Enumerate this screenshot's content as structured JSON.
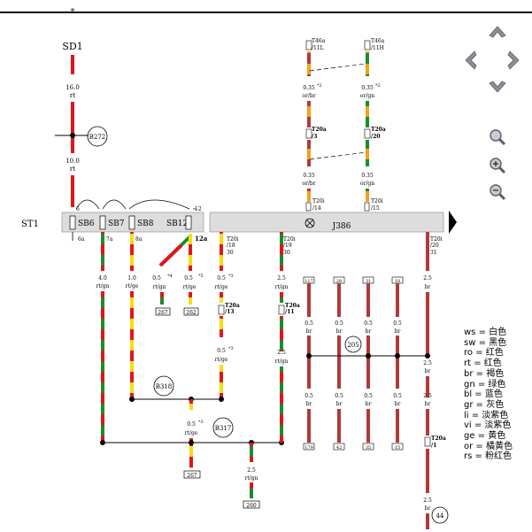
{
  "header": {
    "star": "*"
  },
  "labels": {
    "sd1": "SD1",
    "st1": "ST1",
    "sb6": "SB6",
    "sb7": "SB7",
    "sb8": "SB8",
    "sb12": "SB12",
    "j386": "J386",
    "b272": "B272",
    "b318": "B318",
    "b317": "B317",
    "c205": "205",
    "c44": "44"
  },
  "wire_labels": {
    "w_top_size": "16.0",
    "w_top_color": "rt",
    "w_mid_size": "10.0",
    "w_mid_color": "rt",
    "pin_6": "6",
    "pin_6a": "6a",
    "pin_7a": "7a",
    "pin_8a": "8a",
    "pin_12": "12",
    "pin_12a": "12a",
    "l1_size": "4.0",
    "l1_color": "rt/gn",
    "l2_size": "1.0",
    "l2_color": "rt/ge",
    "l3_size": "0.5",
    "l3_star": "*4",
    "l3_color": "rt/gn",
    "l4_size": "0.5",
    "l4_star": "*5",
    "l4_color": "rt/ge",
    "box_267a": "267",
    "box_262": "262",
    "t20i_18": "T20i",
    "t20i_18b": "/18",
    "t20i_18c": "30",
    "l5_size": "0.5",
    "l5_star": "*3",
    "l5_color": "rt/ge",
    "t20a_13": "T20a",
    "t20a_13b": "/13",
    "l6_size": "0.5",
    "l6_star": "*3",
    "l6_color": "rt/ge",
    "l7_size": "0.5",
    "l7_star": "*3",
    "l7_color": "rt/ge",
    "box_267b": "267",
    "t20i_19": "T20i",
    "t20i_19b": "/19",
    "t20i_19c": "30",
    "l8_size": "2.5",
    "l8_color": "rt/gn",
    "t20a_11": "T20a",
    "t20a_11b": "/11",
    "l9_size": "2.5",
    "l9_color": "rt/gn",
    "l10_size": "2.5",
    "l10_color": "rt/gn",
    "box_260": "260",
    "t46a_l": "T46a",
    "t46a_l2": "/11L",
    "t46a_r": "T46a",
    "t46a_r2": "/11H",
    "u1_size": "0.35",
    "u1_star": "*2",
    "u1_color": "or/br",
    "u2_size": "0.35",
    "u2_star": "*2",
    "u2_color": "or/gn",
    "t20a_3": "T20a",
    "t20a_3b": "/3",
    "t20a_20": "T20a",
    "t20a_20b": "/20",
    "u3_size": "0.35",
    "u3_color": "or/br",
    "u4_size": "0.35",
    "u4_color": "or/gn",
    "t20i_14": "T20i",
    "t20i_14b": "/14",
    "t20i_15": "T20i",
    "t20i_15b": "/15",
    "t20i_20": "T20i",
    "t20i_20b": "/20",
    "t20i_20c": "31",
    "r1_size": "2.5",
    "r1_color": "br",
    "box_117": "117",
    "box_28": "28",
    "box_31": "31",
    "box_18": "18",
    "b05_1": "0.5",
    "b05_1c": "br",
    "b05_2": "0.5",
    "b05_2c": "br",
    "b05_3": "0.5",
    "b05_3c": "br",
    "b05_4": "0.5",
    "b05_4c": "br",
    "r2_size": "2.5",
    "r2_color": "br",
    "c05_1": "0.5",
    "c05_1c": "br",
    "c05_2": "0.5",
    "c05_2c": "br",
    "c05_3": "0.5",
    "c05_3c": "br",
    "c05_4": "0.5",
    "c05_4c": "br",
    "r3_size": "2.5",
    "r3_color": "br",
    "box_179": "179",
    "box_42": "42",
    "box_35": "35",
    "box_15": "15",
    "t20a_1": "T20a",
    "t20a_1b": "/1",
    "r4_size": "2.5",
    "r4_color": "br"
  },
  "legend": [
    "ws = 白色",
    "sw = 黑色",
    "ro = 红色",
    "rt  = 红色",
    "br  = 褐色",
    "gn = 绿色",
    "bl  = 蓝色",
    "gr  = 灰色",
    "li   = 淡紫色",
    "vi  = 淡紫色",
    "ge  = 黄色",
    "or  = 橘黄色",
    "rs  = 粉红色"
  ],
  "colors": {
    "red": "#e0161b",
    "green": "#1f8a2e",
    "yellow": "#f3df14",
    "orange": "#f2a21c",
    "brown": "#b03a3a",
    "bar": "#dddddd",
    "nav": "#8a8f97"
  },
  "icons": {
    "nav_up": "chevron-up-icon",
    "nav_left": "chevron-left-icon",
    "nav_right": "chevron-right-icon",
    "nav_down": "chevron-down-icon",
    "zoom_fit": "zoom-icon",
    "zoom_in": "zoom-in-icon",
    "zoom_out": "zoom-out-icon"
  }
}
